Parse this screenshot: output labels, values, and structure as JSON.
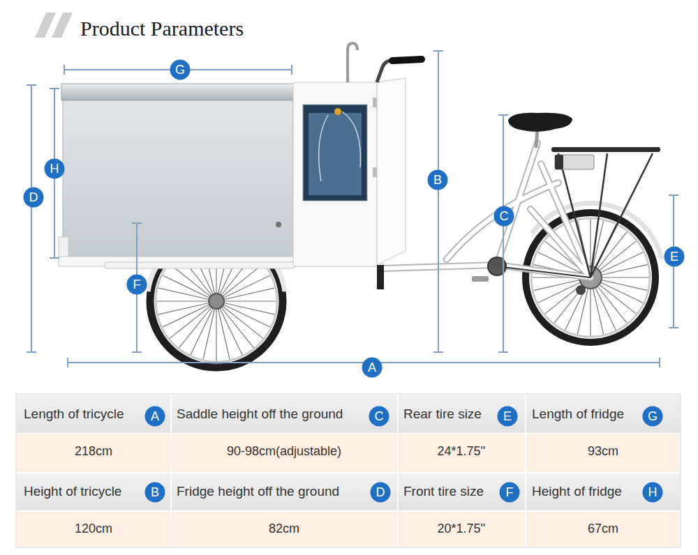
{
  "diagram": {
    "title": "Product Parameters",
    "nodes": [
      {
        "text": [
          "G"
        ]
      },
      {
        "text": [
          "H"
        ]
      },
      {
        "text": [
          "D"
        ]
      },
      {
        "text": [
          "B"
        ]
      },
      {
        "text": [
          "C"
        ]
      },
      {
        "text": [
          "E"
        ]
      },
      {
        "text": [
          "F"
        ]
      },
      {
        "text": [
          "A"
        ]
      },
      {
        "text": [
          "A"
        ]
      },
      {
        "text": [
          "C"
        ]
      },
      {
        "text": [
          "E"
        ]
      },
      {
        "text": [
          "G"
        ]
      },
      {
        "text": [
          "B"
        ]
      },
      {
        "text": [
          "D"
        ]
      },
      {
        "text": [
          "F"
        ]
      },
      {
        "text": [
          "H"
        ]
      }
    ],
    "labels": [
      "Length of tricycle",
      "Saddle height off the ground",
      "Rear tire size",
      "Length of fridge",
      "218cm",
      "90-98cm(adjustable)",
      "24*1.75''",
      "93cm",
      "Height of tricycle",
      "Fridge height off the ground",
      "Front tire size",
      "Height of fridge",
      "120cm",
      "82cm",
      "20*1.75''",
      "67cm"
    ]
  }
}
